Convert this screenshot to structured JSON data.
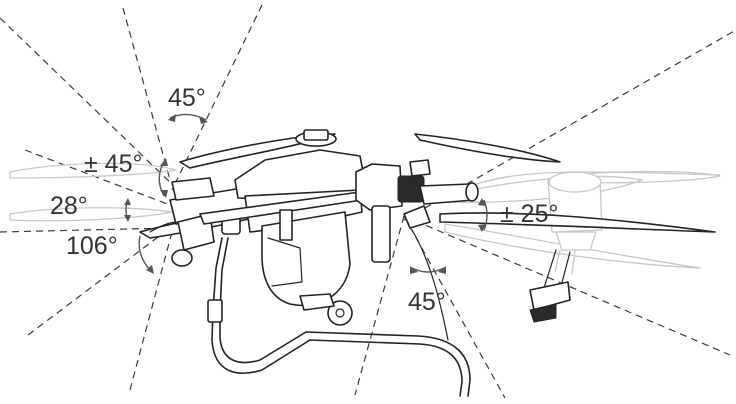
{
  "diagram": {
    "labels": {
      "top_left_angle": "45°",
      "tilt_left": "± 45°",
      "arm_angle": "28°",
      "lower_left_angle": "106°",
      "tilt_right": "± 25°",
      "bottom_right_angle": "45°"
    }
  }
}
